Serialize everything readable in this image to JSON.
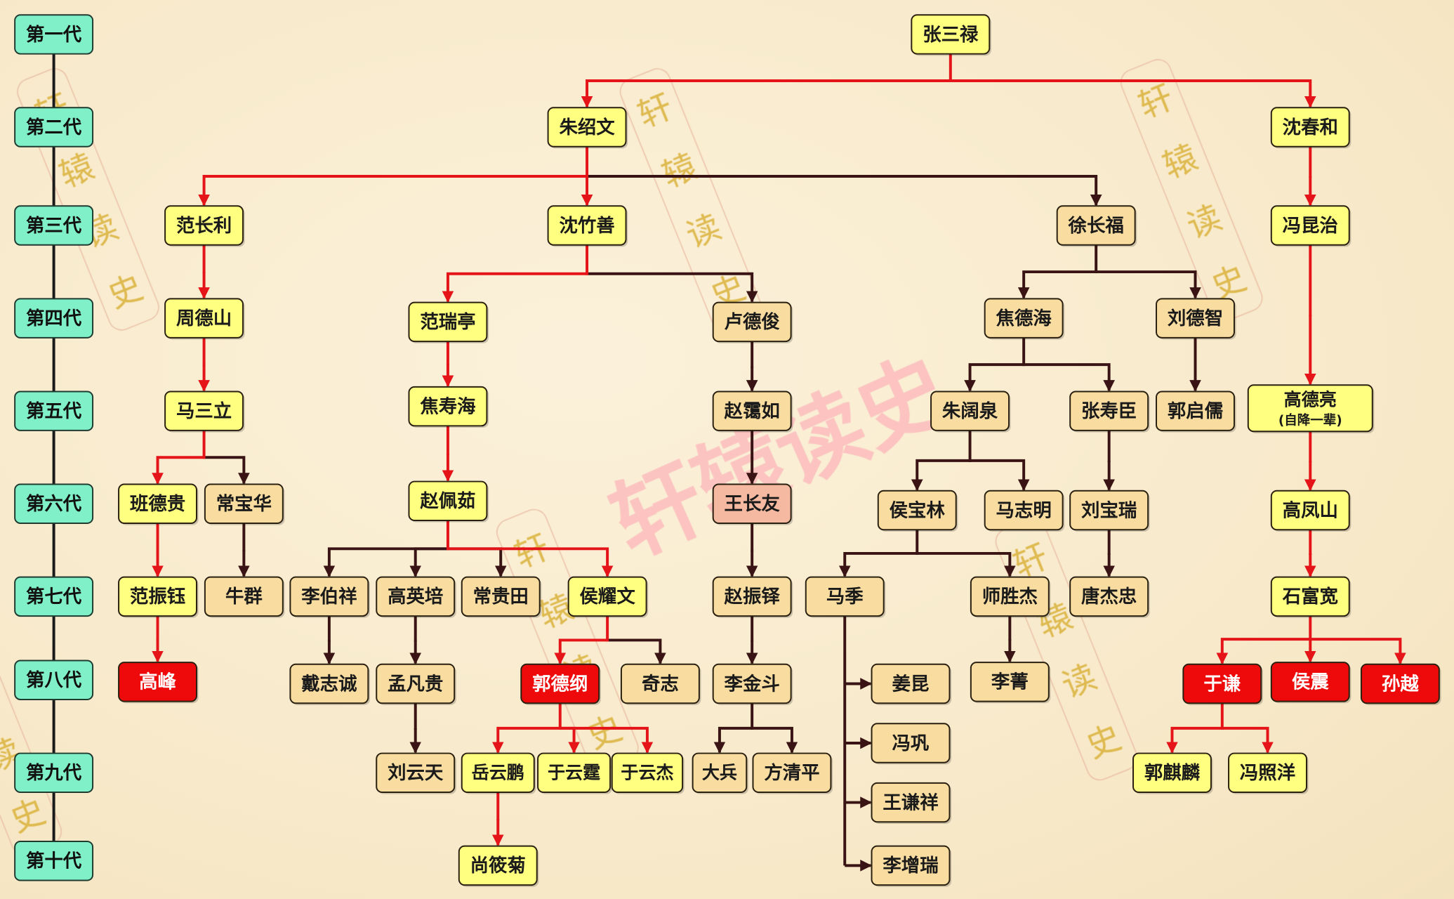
{
  "generations": [
    "第一代",
    "第二代",
    "第三代",
    "第四代",
    "第五代",
    "第六代",
    "第七代",
    "第八代",
    "第九代",
    "第十代"
  ],
  "colors": {
    "generation_box": "#80f0c8",
    "main_lineage_box": "#ffff80",
    "other_box": "#f9dda0",
    "highlight_box": "#ee0a0a",
    "pink_box": "#f4b9a0",
    "main_line": "#e41419",
    "other_line": "#3a1414"
  },
  "nodes": [
    {
      "name": "张三禄",
      "style": "yellow"
    },
    {
      "name": "朱绍文",
      "style": "yellow"
    },
    {
      "name": "沈春和",
      "style": "yellow"
    },
    {
      "name": "范长利",
      "style": "yellow"
    },
    {
      "name": "沈竹善",
      "style": "yellow"
    },
    {
      "name": "徐长福",
      "style": "tan"
    },
    {
      "name": "冯昆治",
      "style": "yellow"
    },
    {
      "name": "周德山",
      "style": "yellow"
    },
    {
      "name": "范瑞亭",
      "style": "yellow"
    },
    {
      "name": "卢德俊",
      "style": "tan"
    },
    {
      "name": "焦德海",
      "style": "tan"
    },
    {
      "name": "刘德智",
      "style": "tan"
    },
    {
      "name": "马三立",
      "style": "yellow"
    },
    {
      "name": "焦寿海",
      "style": "yellow"
    },
    {
      "name": "赵霭如",
      "style": "tan"
    },
    {
      "name": "朱阔泉",
      "style": "tan"
    },
    {
      "name": "张寿臣",
      "style": "tan"
    },
    {
      "name": "郭启儒",
      "style": "tan"
    },
    {
      "name": "高德亮",
      "note": "(自降一辈)",
      "style": "yellow"
    },
    {
      "name": "班德贵",
      "style": "yellow"
    },
    {
      "name": "常宝华",
      "style": "tan"
    },
    {
      "name": "赵佩茹",
      "style": "yellow"
    },
    {
      "name": "王长友",
      "style": "pink"
    },
    {
      "name": "侯宝林",
      "style": "tan"
    },
    {
      "name": "马志明",
      "style": "tan"
    },
    {
      "name": "刘宝瑞",
      "style": "tan"
    },
    {
      "name": "高凤山",
      "style": "yellow"
    },
    {
      "name": "范振钰",
      "style": "yellow"
    },
    {
      "name": "牛群",
      "style": "tan"
    },
    {
      "name": "李伯祥",
      "style": "tan"
    },
    {
      "name": "高英培",
      "style": "tan"
    },
    {
      "name": "常贵田",
      "style": "tan"
    },
    {
      "name": "侯耀文",
      "style": "yellow"
    },
    {
      "name": "赵振铎",
      "style": "tan"
    },
    {
      "name": "马季",
      "style": "tan"
    },
    {
      "name": "师胜杰",
      "style": "tan"
    },
    {
      "name": "唐杰忠",
      "style": "tan"
    },
    {
      "name": "石富宽",
      "style": "yellow"
    },
    {
      "name": "高峰",
      "style": "red"
    },
    {
      "name": "戴志诚",
      "style": "tan"
    },
    {
      "name": "孟凡贵",
      "style": "tan"
    },
    {
      "name": "郭德纲",
      "style": "red"
    },
    {
      "name": "奇志",
      "style": "tan"
    },
    {
      "name": "李金斗",
      "style": "tan"
    },
    {
      "name": "姜昆",
      "style": "tan"
    },
    {
      "name": "李菁",
      "style": "tan"
    },
    {
      "name": "于谦",
      "style": "red"
    },
    {
      "name": "侯震",
      "style": "red"
    },
    {
      "name": "孙越",
      "style": "red"
    },
    {
      "name": "刘云天",
      "style": "tan"
    },
    {
      "name": "岳云鹏",
      "style": "yellow"
    },
    {
      "name": "于云霆",
      "style": "yellow"
    },
    {
      "name": "于云杰",
      "style": "yellow"
    },
    {
      "name": "大兵",
      "style": "tan"
    },
    {
      "name": "方清平",
      "style": "tan"
    },
    {
      "name": "冯巩",
      "style": "tan"
    },
    {
      "name": "郭麒麟",
      "style": "yellow"
    },
    {
      "name": "冯照洋",
      "style": "yellow"
    },
    {
      "name": "王谦祥",
      "style": "tan"
    },
    {
      "name": "尚筱菊",
      "style": "yellow"
    },
    {
      "name": "李增瑞",
      "style": "tan"
    }
  ],
  "edges": [
    {
      "parent": 0,
      "children": [
        [
          1,
          "red"
        ],
        [
          2,
          "red"
        ]
      ]
    },
    {
      "parent": 1,
      "children": [
        [
          3,
          "red"
        ],
        [
          4,
          "red"
        ],
        [
          5,
          "dark"
        ]
      ]
    },
    {
      "parent": 2,
      "children": [
        [
          6,
          "red"
        ]
      ]
    },
    {
      "parent": 3,
      "children": [
        [
          7,
          "red"
        ]
      ]
    },
    {
      "parent": 4,
      "children": [
        [
          8,
          "red"
        ],
        [
          9,
          "dark"
        ]
      ]
    },
    {
      "parent": 5,
      "children": [
        [
          10,
          "dark"
        ],
        [
          11,
          "dark"
        ]
      ]
    },
    {
      "parent": 6,
      "children": [
        [
          18,
          "red"
        ]
      ]
    },
    {
      "parent": 7,
      "children": [
        [
          12,
          "red"
        ]
      ]
    },
    {
      "parent": 8,
      "children": [
        [
          13,
          "red"
        ]
      ]
    },
    {
      "parent": 9,
      "children": [
        [
          14,
          "dark"
        ]
      ]
    },
    {
      "parent": 10,
      "children": [
        [
          15,
          "dark"
        ],
        [
          16,
          "dark"
        ]
      ]
    },
    {
      "parent": 11,
      "children": [
        [
          17,
          "dark"
        ]
      ]
    },
    {
      "parent": 12,
      "children": [
        [
          19,
          "red"
        ],
        [
          20,
          "dark"
        ]
      ]
    },
    {
      "parent": 13,
      "children": [
        [
          21,
          "red"
        ]
      ]
    },
    {
      "parent": 14,
      "children": [
        [
          22,
          "dark"
        ]
      ]
    },
    {
      "parent": 15,
      "children": [
        [
          23,
          "dark"
        ],
        [
          24,
          "dark"
        ]
      ]
    },
    {
      "parent": 16,
      "children": [
        [
          25,
          "dark"
        ]
      ]
    },
    {
      "parent": 18,
      "children": [
        [
          26,
          "red"
        ]
      ]
    },
    {
      "parent": 19,
      "children": [
        [
          27,
          "red"
        ]
      ]
    },
    {
      "parent": 20,
      "children": [
        [
          28,
          "dark"
        ]
      ]
    },
    {
      "parent": 21,
      "children": [
        [
          29,
          "dark"
        ],
        [
          30,
          "dark"
        ],
        [
          31,
          "dark"
        ],
        [
          32,
          "red"
        ]
      ]
    },
    {
      "parent": 22,
      "children": [
        [
          33,
          "dark"
        ]
      ]
    },
    {
      "parent": 23,
      "children": [
        [
          34,
          "dark"
        ],
        [
          35,
          "dark"
        ]
      ]
    },
    {
      "parent": 25,
      "children": [
        [
          36,
          "dark"
        ]
      ]
    },
    {
      "parent": 26,
      "children": [
        [
          37,
          "red"
        ]
      ]
    },
    {
      "parent": 27,
      "children": [
        [
          38,
          "red"
        ]
      ]
    },
    {
      "parent": 29,
      "children": [
        [
          39,
          "dark"
        ]
      ]
    },
    {
      "parent": 30,
      "children": [
        [
          40,
          "dark"
        ]
      ]
    },
    {
      "parent": 32,
      "children": [
        [
          41,
          "red"
        ],
        [
          42,
          "dark"
        ]
      ]
    },
    {
      "parent": 33,
      "children": [
        [
          43,
          "dark"
        ]
      ]
    },
    {
      "parent": 35,
      "children": [
        [
          45,
          "dark"
        ]
      ]
    },
    {
      "parent": 37,
      "children": [
        [
          46,
          "red"
        ],
        [
          47,
          "red"
        ],
        [
          48,
          "red"
        ]
      ]
    },
    {
      "parent": 40,
      "children": [
        [
          49,
          "dark"
        ]
      ]
    },
    {
      "parent": 41,
      "children": [
        [
          50,
          "red"
        ],
        [
          51,
          "red"
        ],
        [
          52,
          "red"
        ]
      ]
    },
    {
      "parent": 43,
      "children": [
        [
          53,
          "dark"
        ],
        [
          54,
          "dark"
        ]
      ]
    },
    {
      "parent": 34,
      "side": true,
      "children": [
        [
          44,
          "dark"
        ],
        [
          55,
          "dark"
        ],
        [
          58,
          "dark"
        ],
        [
          60,
          "dark"
        ]
      ]
    },
    {
      "parent": 46,
      "children": [
        [
          56,
          "red"
        ],
        [
          57,
          "red"
        ]
      ]
    },
    {
      "parent": 50,
      "children": [
        [
          59,
          "red"
        ]
      ]
    }
  ],
  "watermark": {
    "small_chars": [
      "轩",
      "辕",
      "读",
      "史"
    ],
    "large_text": "轩辕读史"
  }
}
